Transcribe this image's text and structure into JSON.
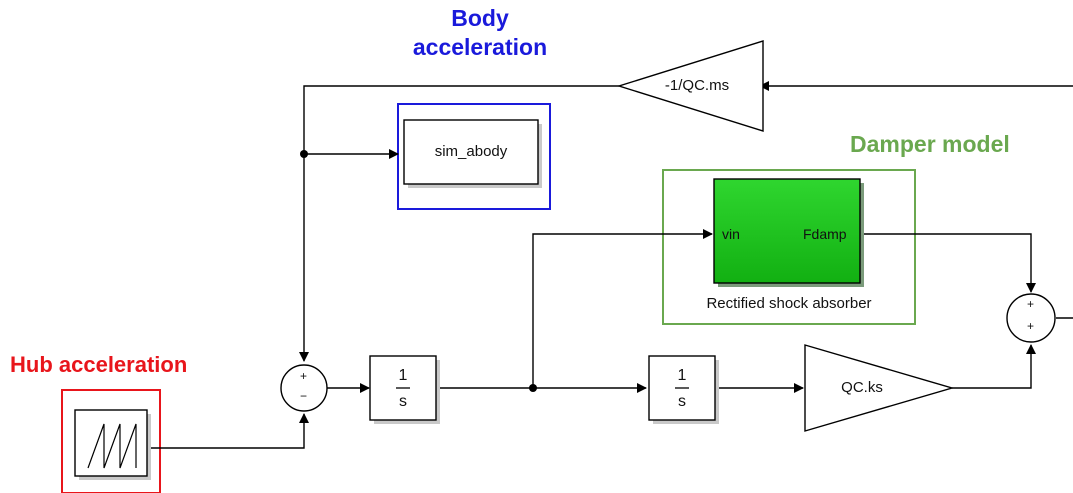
{
  "annotations": {
    "body_acceleration": [
      "Body",
      "acceleration"
    ],
    "damper_model": "Damper model",
    "hub_acceleration": "Hub acceleration"
  },
  "blocks": {
    "gain_body": "-1/QC.ms",
    "scope_body": "sim_abody",
    "damper": {
      "input_port": "vin",
      "output_port": "Fdamp",
      "caption": "Rectified shock absorber"
    },
    "integrator_1": {
      "numerator": "1",
      "denominator": "s"
    },
    "integrator_2": {
      "numerator": "1",
      "denominator": "s"
    },
    "gain_spring": "QC.ks",
    "sum_left": {
      "top_sign": "+",
      "bottom_sign": "−"
    },
    "sum_right": {
      "top_sign": "+",
      "bottom_sign": "+"
    },
    "source_icon": "sawtooth-signal-icon"
  },
  "colors": {
    "body_highlight": "#1a1adb",
    "damper_highlight": "#6aa84f",
    "hub_highlight": "#e8151b",
    "damper_fill": "#1cc41c"
  }
}
